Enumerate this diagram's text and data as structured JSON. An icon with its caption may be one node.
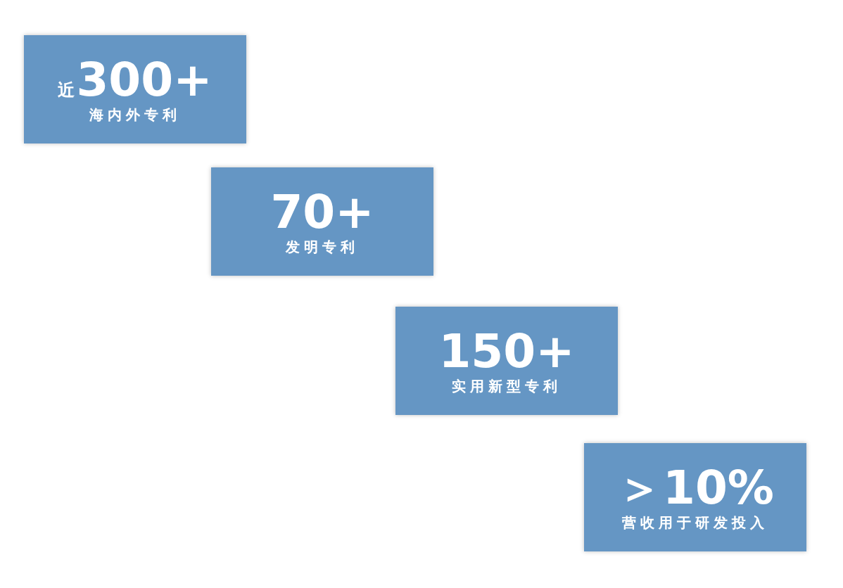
{
  "diagram": {
    "nodes": [
      {
        "text": [
          "近",
          "300+",
          "海内外专利"
        ]
      },
      {
        "text": [
          "70+",
          "发明专利"
        ]
      },
      {
        "text": [
          "150+",
          "实用新型专利"
        ]
      },
      {
        "text": [
          "＞10%",
          "营收用于研发投入"
        ]
      }
    ]
  }
}
